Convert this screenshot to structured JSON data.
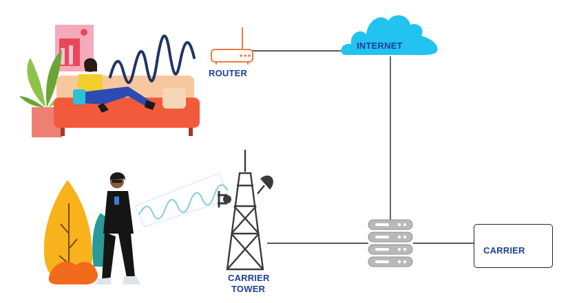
{
  "labels": {
    "router": "ROUTER",
    "internet": "INTERNET",
    "carrier_tower_line1": "CARRIER",
    "carrier_tower_line2": "TOWER",
    "carrier": "CARRIER"
  },
  "colors": {
    "label_text": "#1d3f9a",
    "cloud": "#22c3ef",
    "wifi_wave": "#1f3562",
    "cell_wave": "#8ecde0",
    "connector_line": "#222222",
    "sofa": "#f25a3c",
    "server": "#b9b9b9"
  }
}
